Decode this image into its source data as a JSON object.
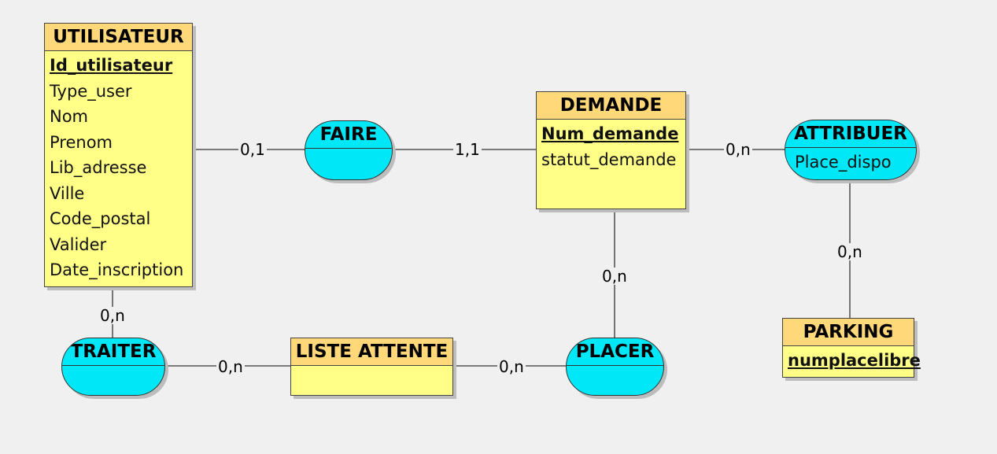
{
  "entities": {
    "utilisateur": {
      "name": "UTILISATEUR",
      "key": "Id_utilisateur",
      "attributes": [
        "Type_user",
        "Nom",
        "Prenom",
        "Lib_adresse",
        "Ville",
        "Code_postal",
        "Valider",
        "Date_inscription"
      ]
    },
    "demande": {
      "name": "DEMANDE",
      "key": "Num_demande",
      "attributes": [
        "statut_demande"
      ]
    },
    "liste_attente": {
      "name": "LISTE ATTENTE"
    },
    "parking": {
      "name": "PARKING",
      "key": "numplacelibre"
    }
  },
  "associations": {
    "faire": {
      "name": "FAIRE"
    },
    "attribuer": {
      "name": "ATTRIBUER",
      "attributes": [
        "Place_dispo"
      ]
    },
    "traiter": {
      "name": "TRAITER"
    },
    "placer": {
      "name": "PLACER"
    }
  },
  "cardinalities": {
    "utilisateur_faire": "0,1",
    "faire_demande": "1,1",
    "demande_attribuer": "0,n",
    "attribuer_parking": "0,n",
    "demande_placer": "0,n",
    "utilisateur_traiter": "0,n",
    "traiter_liste": "0,n",
    "liste_placer": "0,n"
  },
  "colors": {
    "entity_fill": "#ffff88",
    "entity_header": "#ffd87a",
    "association_fill": "#00e8f8",
    "background": "#f0f0f0"
  }
}
